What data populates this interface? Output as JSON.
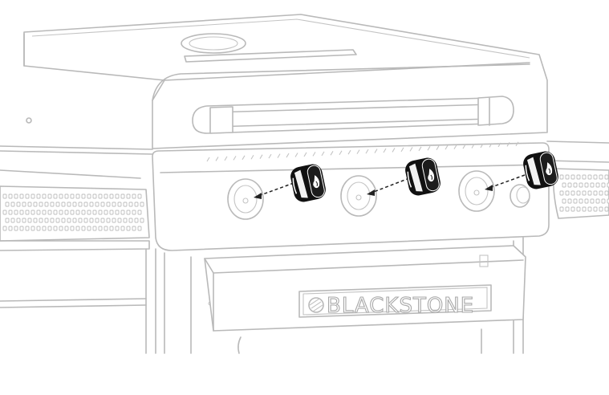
{
  "diagram": {
    "brand_text": "BLACKSTONE",
    "colors": {
      "outline": "#b9b9b9",
      "knob_fill": "#111111",
      "knob_highlight": "#ffffff",
      "arrow": "#222222",
      "background": "#ffffff"
    },
    "knobs": [
      {
        "name": "control-knob-left"
      },
      {
        "name": "control-knob-center"
      },
      {
        "name": "control-knob-right"
      }
    ]
  }
}
